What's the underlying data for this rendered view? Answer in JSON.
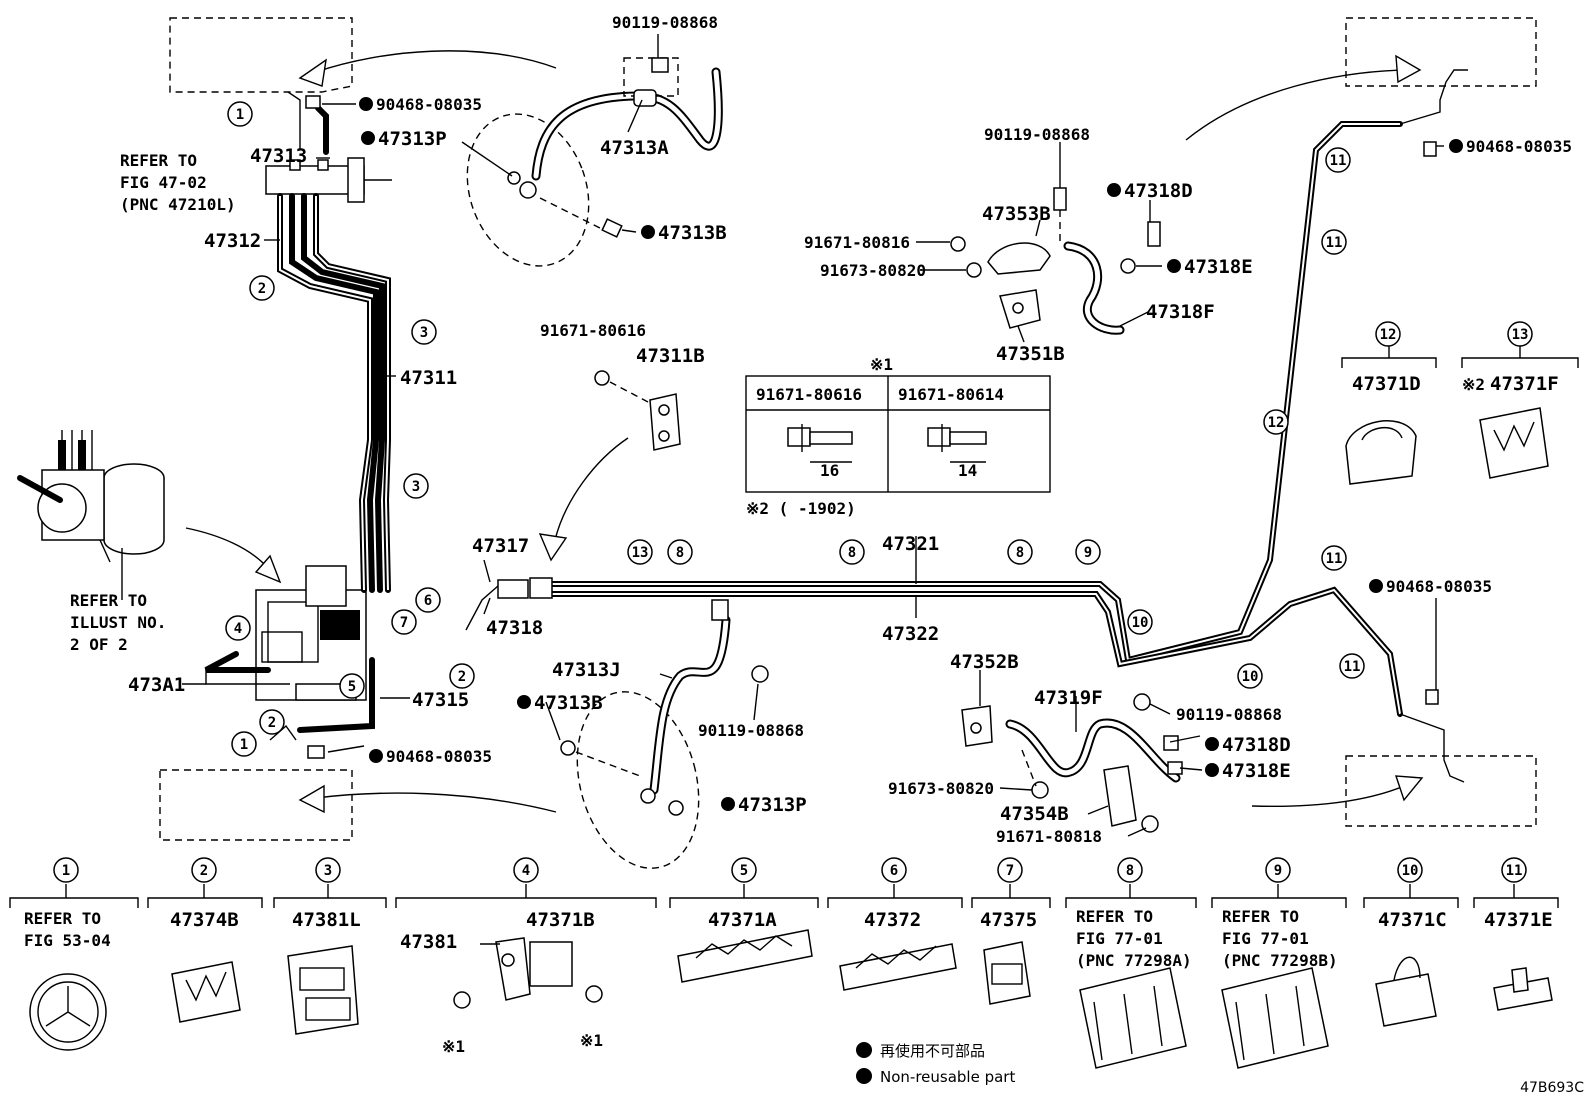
{
  "labels": {
    "p90119_top": "90119-08868",
    "p90468_tl": "90468-08035",
    "p47313P_t": "47313P",
    "p47313A": "47313A",
    "refer_fig4702_a": "REFER TO",
    "refer_fig4702_b": "FIG 47-02",
    "refer_fig4702_c": "(PNC 47210L)",
    "p47313": "47313",
    "p47313B_t": "47313B",
    "p47312": "47312",
    "p47311": "47311",
    "p91671_80616": "91671-80616",
    "p47311B": "47311B",
    "p90119_mid": "90119-08868",
    "p47318D_t": "47318D",
    "p47353B": "47353B",
    "p91671_80816": "91671-80816",
    "p91673_80820_t": "91673-80820",
    "p47318E_t": "47318E",
    "p47318F": "47318F",
    "p47351B": "47351B",
    "p90468_tr": "90468-08035",
    "p47371D": "47371D",
    "p47371F": "47371F",
    "refer_illust_a": "REFER TO",
    "refer_illust_b": "ILLUST NO.",
    "refer_illust_c": "2 OF 2",
    "p473A1": "473A1",
    "p47315": "47315",
    "p90468_bl": "90468-08035",
    "p47317": "47317",
    "p47318": "47318",
    "p47321": "47321",
    "p47322": "47322",
    "p47313J": "47313J",
    "p47313B_b": "47313B",
    "p90119_bot": "90119-08868",
    "p47313P_b": "47313P",
    "p47352B": "47352B",
    "p47319F": "47319F",
    "p90119_br": "90119-08868",
    "p47318D_b": "47318D",
    "p47318E_b": "47318E",
    "p91673_80820_b": "91673-80820",
    "p47354B": "47354B",
    "p91671_80818": "91671-80818",
    "p90468_br": "90468-08035"
  },
  "note_mark_1": "※1",
  "note_mark_2": "※2",
  "note_2_text": "※2 (      -1902)",
  "table": {
    "col1": "91671-80616",
    "col2": "91671-80614",
    "dim1": "16",
    "dim2": "14"
  },
  "bottom_items": [
    {
      "num": "1",
      "lines": [
        "REFER TO",
        "FIG 53-04"
      ]
    },
    {
      "num": "2",
      "lines": [
        "47374B"
      ]
    },
    {
      "num": "3",
      "lines": [
        "47381L"
      ]
    },
    {
      "num": "4",
      "lines": [
        "47371B",
        "47381"
      ]
    },
    {
      "num": "5",
      "lines": [
        "47371A"
      ]
    },
    {
      "num": "6",
      "lines": [
        "47372"
      ]
    },
    {
      "num": "7",
      "lines": [
        "47375"
      ]
    },
    {
      "num": "8",
      "lines": [
        "REFER TO",
        "FIG 77-01",
        "(PNC 77298A)"
      ]
    },
    {
      "num": "9",
      "lines": [
        "REFER TO",
        "FIG 77-01",
        "(PNC 77298B)"
      ]
    },
    {
      "num": "10",
      "lines": [
        "47371C"
      ]
    },
    {
      "num": "11",
      "lines": [
        "47371E"
      ]
    }
  ],
  "bottom_marks": [
    "※1",
    "※1"
  ],
  "callouts": [
    "1",
    "2",
    "3",
    "3",
    "4",
    "5",
    "6",
    "7",
    "2",
    "2",
    "1",
    "13",
    "8",
    "8",
    "8",
    "9",
    "10",
    "10",
    "11",
    "11",
    "11",
    "11",
    "11",
    "12",
    "12",
    "13"
  ],
  "legend": {
    "ja": "再使用不可部品",
    "en": "Non-reusable part"
  },
  "figure_id": "47B693C"
}
